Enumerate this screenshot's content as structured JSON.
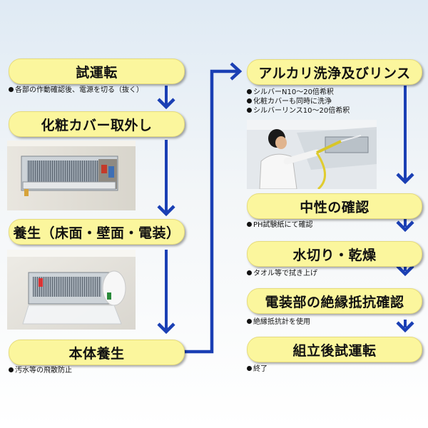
{
  "left": {
    "steps": [
      {
        "label": "試運転",
        "notes": [
          "各部の作動確認後、電源を切る（抜く）"
        ]
      },
      {
        "label": "化粧カバー取外し",
        "notes": []
      },
      {
        "label": "養生（床面・壁面・電装）",
        "notes": []
      },
      {
        "label": "本体養生",
        "notes": [
          "汚水等の飛散防止"
        ]
      }
    ]
  },
  "right": {
    "steps": [
      {
        "label": "アルカリ洗浄及びリンス",
        "notes": [
          "シルバーN10〜20倍希釈",
          "化粧カバーも同時に洗浄",
          "シルバーリンス10〜20倍希釈"
        ]
      },
      {
        "label": "中性の確認",
        "notes": [
          "PH試験紙にて確認"
        ]
      },
      {
        "label": "水切り・乾燥",
        "notes": [
          "タオル等で拭き上げ"
        ]
      },
      {
        "label": "電装部の絶縁抵抗確認",
        "notes": [
          "絶縁抵抗計を使用"
        ]
      },
      {
        "label": "組立後試運転",
        "notes": [
          "終了"
        ]
      }
    ]
  },
  "colors": {
    "pill": "#fbf69d",
    "arrow": "#1a3fb4"
  }
}
